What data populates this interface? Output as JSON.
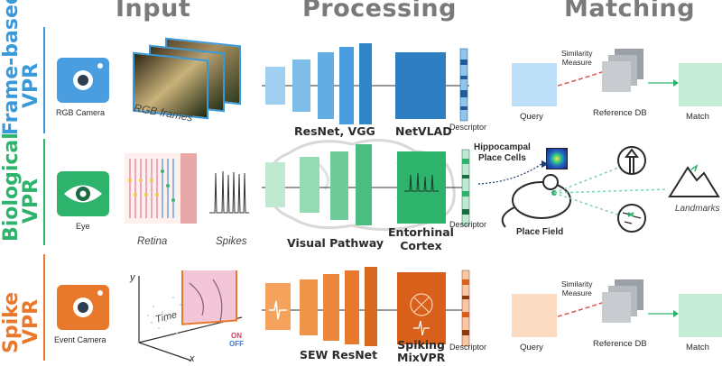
{
  "headers": {
    "input": "Input",
    "processing": "Processing",
    "matching": "Matching"
  },
  "rows": {
    "frame": {
      "title_line1": "Frame-based",
      "title_line2": "VPR",
      "color": "#3a9ad9",
      "camera_label": "RGB Camera",
      "frames_label": "RGB frames",
      "network_label": "ResNet, VGG",
      "aggregator_label": "NetVLAD",
      "descriptor_label": "Descriptor",
      "similarity_label": "Similarity\nMeasure",
      "query_label": "Query",
      "refdb_label": "Reference DB",
      "match_label": "Match"
    },
    "bio": {
      "title_line1": "Biological",
      "title_line2": "VPR",
      "color": "#2db36b",
      "eye_label": "Eye",
      "retina_label": "Retina",
      "spikes_label": "Spikes",
      "network_label": "Visual Pathway",
      "cortex_label": "Entorhinal\nCortex",
      "descriptor_label": "Descriptor",
      "place_cells_label": "Hippocampal\nPlace Cells",
      "place_field_label": "Place Field",
      "landmarks_label": "Landmarks"
    },
    "spike": {
      "title_line1": "Spike",
      "title_line2": "VPR",
      "color": "#e8792c",
      "camera_label": "Event Camera",
      "axis_y": "y",
      "axis_x": "x",
      "axis_time": "Time",
      "on_label": "ON",
      "off_label": "OFF",
      "network_label": "SEW ResNet",
      "aggregator_label": "Spiking\nMixVPR",
      "descriptor_label": "Descriptor",
      "similarity_label": "Similarity\nMeasure",
      "query_label": "Query",
      "refdb_label": "Reference DB",
      "match_label": "Match"
    }
  }
}
